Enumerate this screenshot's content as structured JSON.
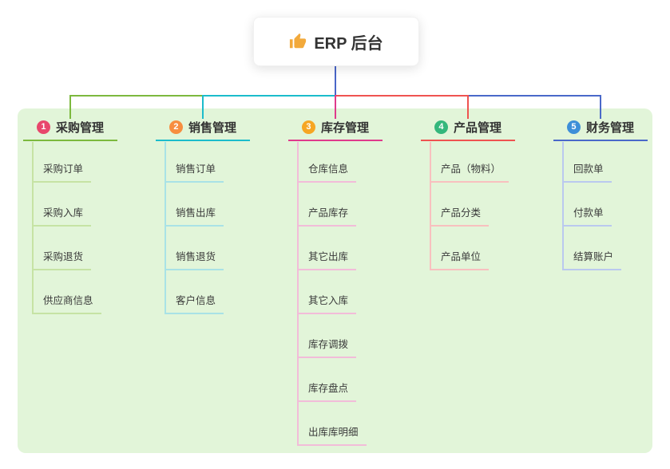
{
  "root": {
    "label": "ERP 后台",
    "icon": "thumbs-up-icon"
  },
  "canvas": {
    "panel_bg": "#e2f5d9",
    "stem_color": "#4a66c8",
    "icon_color": "#f2a93b"
  },
  "branches": [
    {
      "badge": "1",
      "label": "采购管理",
      "line_color": "#7cb93e",
      "tint_color": "#c6e3a4",
      "badge_color": "#e8476c",
      "children": [
        "采购订单",
        "采购入库",
        "采购退货",
        "供应商信息"
      ]
    },
    {
      "badge": "2",
      "label": "销售管理",
      "line_color": "#1cbccb",
      "tint_color": "#a9e2e6",
      "badge_color": "#f78e40",
      "children": [
        "销售订单",
        "销售出库",
        "销售退货",
        "客户信息"
      ]
    },
    {
      "badge": "3",
      "label": "库存管理",
      "line_color": "#df3a8c",
      "tint_color": "#f2bcd9",
      "badge_color": "#f6a623",
      "children": [
        "仓库信息",
        "产品库存",
        "其它出库",
        "其它入库",
        "库存调拨",
        "库存盘点",
        "出库库明细"
      ]
    },
    {
      "badge": "4",
      "label": "产品管理",
      "line_color": "#ef5350",
      "tint_color": "#f8c0bf",
      "badge_color": "#34b77c",
      "children": [
        "产品（物料）",
        "产品分类",
        "产品单位"
      ]
    },
    {
      "badge": "5",
      "label": "财务管理",
      "line_color": "#4a69c9",
      "tint_color": "#bac9ef",
      "badge_color": "#3d8fd8",
      "children": [
        "回款单",
        "付款单",
        "结算账户"
      ]
    }
  ]
}
